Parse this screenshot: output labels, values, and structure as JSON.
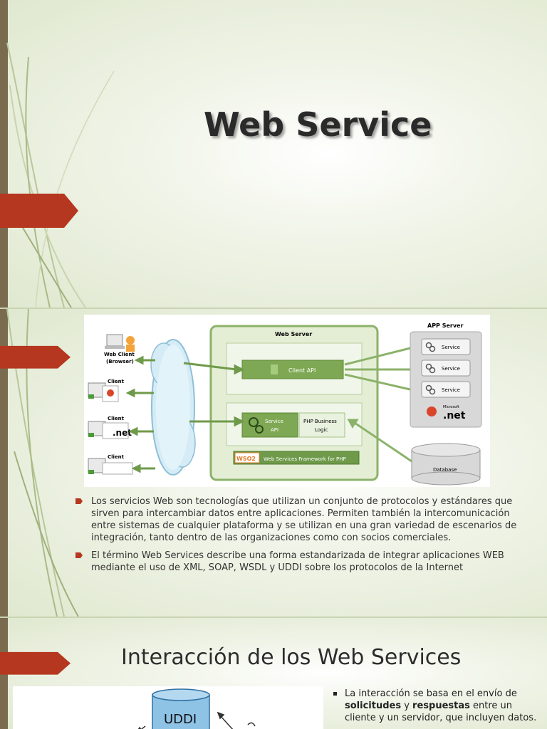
{
  "slide1": {
    "title": "Web Service"
  },
  "slide2": {
    "diagram": {
      "web_server": "Web Server",
      "app_server": "APP Server",
      "web_client": "Web Client",
      "browser": "(Browser)",
      "client": "Client",
      "client_api": "Client API",
      "service_api_1": "Service",
      "service_api_2": "API",
      "php_logic_1": "PHP Business",
      "php_logic_2": "Logic",
      "framework": "Web Services Framework for PHP",
      "wso2": "WSO2",
      "service": "Service",
      "database": "Database",
      "net": ".net",
      "microsoft": "Microsoft"
    },
    "bullets": [
      "Los servicios Web son tecnologías que utilizan un conjunto de protocolos y estándares que sirven para intercambiar datos entre aplicaciones. Permiten también la intercomunicación entre sistemas de cualquier plataforma y se utilizan en una gran variedad de escenarios de integración, tanto dentro de las organizaciones como con socios comerciales.",
      "El término Web Services describe una forma estandarizada de integrar aplicaciones WEB mediante el uso de XML, SOAP, WSDL y UDDI sobre los protocolos de la Internet"
    ]
  },
  "slide3": {
    "title": "Interacción de los Web Services",
    "uddi": "UDDI",
    "bullet_pre": "La interacción se basa en el envío de ",
    "bullet_bold1": "solicitudes",
    "bullet_mid": " y ",
    "bullet_bold2": "respuestas",
    "bullet_post": " entre un cliente y un servidor, que incluyen datos."
  },
  "colors": {
    "marker": "#b5371f",
    "accent_green": "#6f9a4a",
    "bar": "#7a6b4f"
  }
}
